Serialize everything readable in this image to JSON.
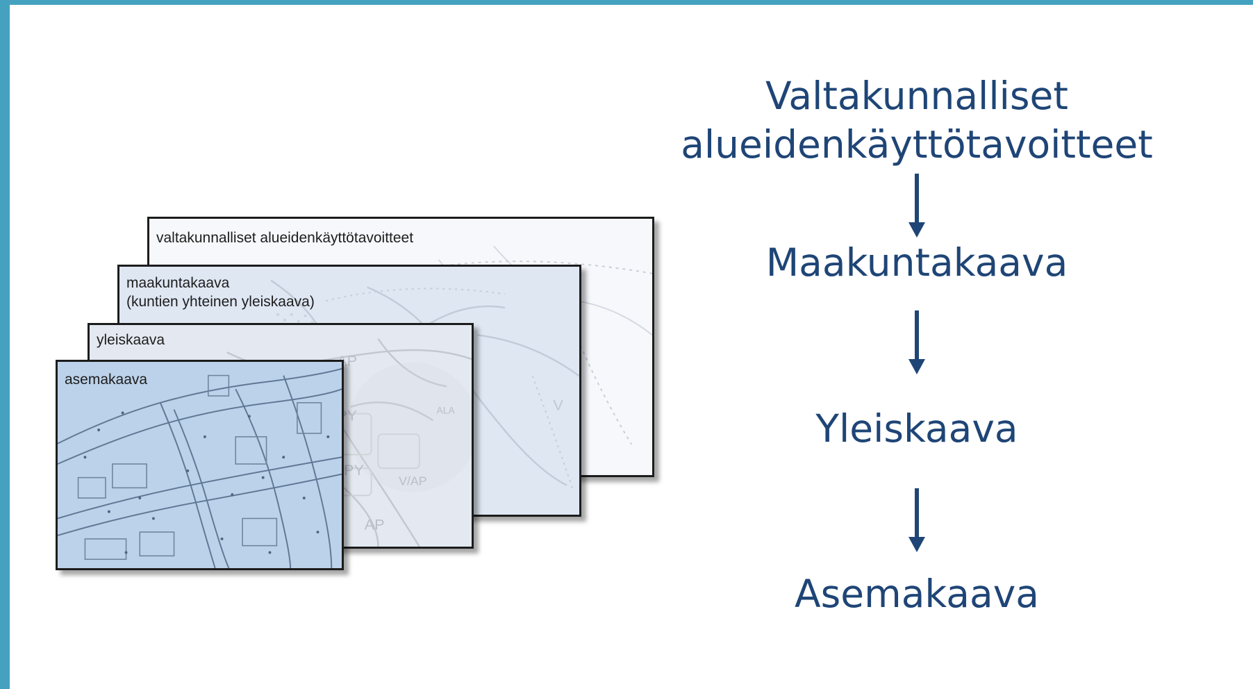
{
  "colors": {
    "frame": "#45a1c0",
    "text": "#1f4576",
    "arrow": "#1f4576",
    "layer_detailed": "#bcd2ea",
    "layer_regional": "#dfe7f3"
  },
  "layers": {
    "national": {
      "label": "valtakunnalliset alueidenkäyttötavoitteet"
    },
    "regional": {
      "label": "maakuntakaava",
      "sublabel": "(kuntien yhteinen yleiskaava)"
    },
    "general": {
      "label": "yleiskaava"
    },
    "detailed": {
      "label": "asemakaava"
    }
  },
  "map_marks": {
    "ap_1": "AP",
    "ap_2": "AP",
    "py_1": "PY",
    "py_2": "PY",
    "v": "V",
    "ala": "ALA",
    "va": "V/AP"
  },
  "hierarchy": {
    "level1_line1": "Valtakunnalliset",
    "level1_line2": "alueidenkäyttötavoitteet",
    "level2": "Maakuntakaava",
    "level3": "Yleiskaava",
    "level4": "Asemakaava",
    "arrow_icon": "arrow-down-icon"
  }
}
